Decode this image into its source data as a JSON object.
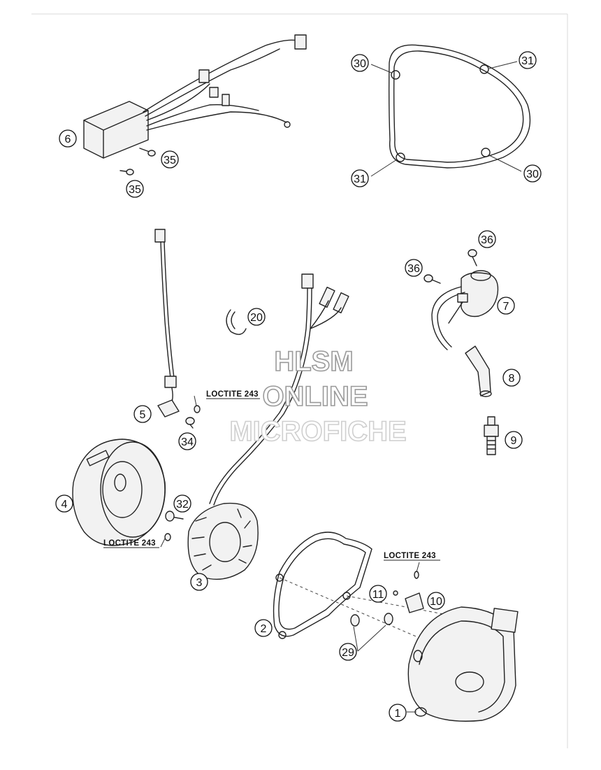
{
  "callouts": {
    "c1": "1",
    "c2": "2",
    "c3": "3",
    "c4": "4",
    "c5": "5",
    "c6": "6",
    "c7": "7",
    "c8": "8",
    "c9": "9",
    "c10": "10",
    "c11": "11",
    "c20": "20",
    "c29": "29",
    "c30a": "30",
    "c30b": "30",
    "c31a": "31",
    "c31b": "31",
    "c32": "32",
    "c34": "34",
    "c35a": "35",
    "c35b": "35",
    "c36a": "36",
    "c36b": "36"
  },
  "notes": {
    "loctite_a": "LOCTITE 243",
    "loctite_b": "LOCTITE 243",
    "loctite_c": "LOCTITE 243"
  },
  "watermark": {
    "line1": "HLSM",
    "line2": "ONLINE",
    "line3": "MICROFICHE"
  }
}
